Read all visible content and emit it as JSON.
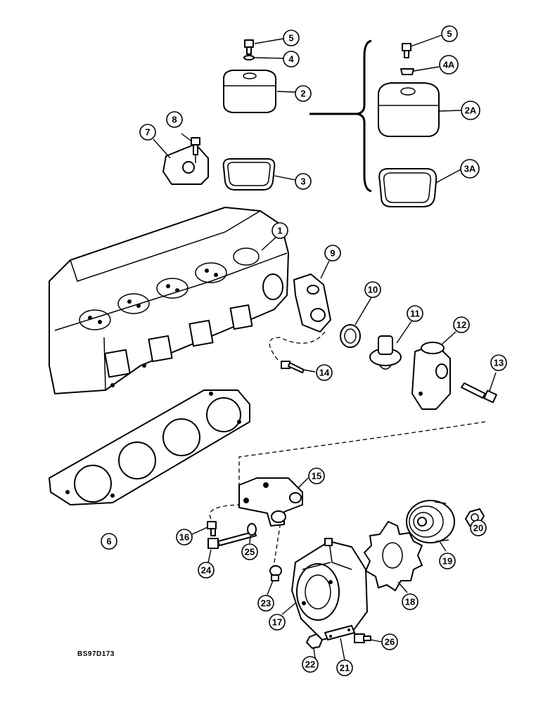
{
  "drawing_code": "BS97D173",
  "callouts": {
    "c1": "1",
    "c2": "2",
    "c2a": "2A",
    "c3": "3",
    "c3a": "3A",
    "c4": "4",
    "c4a": "4A",
    "c5": "5",
    "c5b": "5",
    "c6": "6",
    "c7": "7",
    "c8": "8",
    "c9": "9",
    "c10": "10",
    "c11": "11",
    "c12": "12",
    "c13": "13",
    "c14": "14",
    "c15": "15",
    "c16": "16",
    "c17": "17",
    "c18": "18",
    "c19": "19",
    "c20": "20",
    "c21": "21",
    "c22": "22",
    "c23": "23",
    "c24": "24",
    "c25": "25",
    "c26": "26"
  }
}
